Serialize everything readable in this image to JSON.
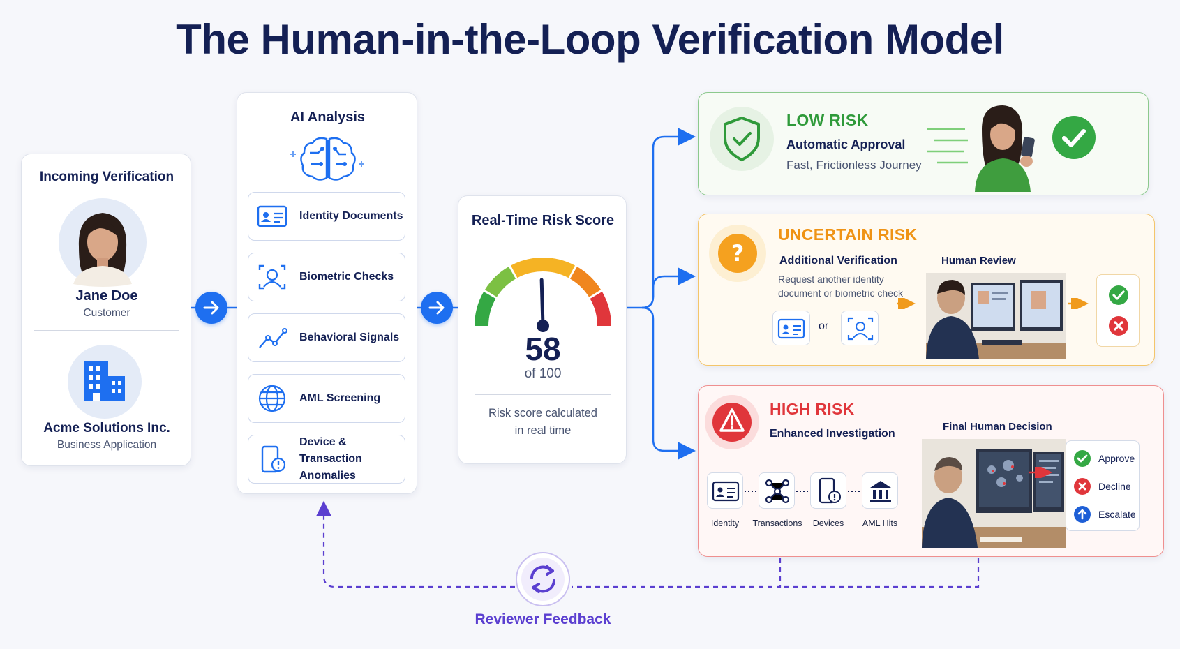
{
  "title": "The Human-in-the-Loop Verification Model",
  "incoming": {
    "heading": "Incoming Verification",
    "person_name": "Jane Doe",
    "person_role": "Customer",
    "org_name": "Acme Solutions Inc.",
    "org_role": "Business Application"
  },
  "ai": {
    "heading": "AI Analysis",
    "items": [
      {
        "label": "Identity Documents",
        "icon": "id-card-icon"
      },
      {
        "label": "Biometric Checks",
        "icon": "face-scan-icon"
      },
      {
        "label": "Behavioral Signals",
        "icon": "trend-line-icon"
      },
      {
        "label": "AML Screening",
        "icon": "globe-icon"
      },
      {
        "label": "Device & Transaction Anomalies",
        "icon": "device-alert-icon"
      }
    ]
  },
  "score": {
    "heading": "Real-Time Risk Score",
    "value": "58",
    "out_of": "of 100",
    "caption_line1": "Risk score calculated",
    "caption_line2": "in real time",
    "fraction": 0.58
  },
  "low": {
    "title": "LOW RISK",
    "subtitle": "Automatic Approval",
    "description": "Fast, Frictionless Journey"
  },
  "uncertain": {
    "title": "UNCERTAIN RISK",
    "subtitle": "Additional Verification",
    "description_line1": "Request another identity",
    "description_line2": "document or biometric check",
    "or_label": "or",
    "review_label": "Human Review"
  },
  "high": {
    "title": "HIGH RISK",
    "subtitle": "Enhanced Investigation",
    "decision_label": "Final Human Decision",
    "checks": [
      "Identity",
      "Transactions",
      "Devices",
      "AML Hits"
    ],
    "decisions": [
      "Approve",
      "Decline",
      "Escalate"
    ]
  },
  "feedback": {
    "label": "Reviewer Feedback"
  },
  "colors": {
    "navy": "#142054",
    "blue": "#1e6ff0",
    "green": "#2f9a3a",
    "orange": "#f09a1c",
    "red": "#e0363b",
    "purple": "#5b3fd0"
  }
}
